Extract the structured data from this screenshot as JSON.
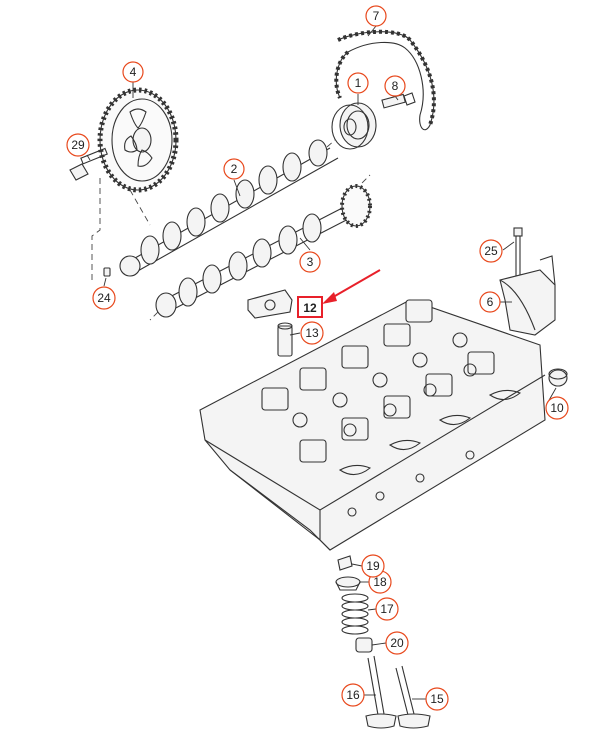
{
  "diagram": {
    "callouts": [
      {
        "id": "c1",
        "label": "1"
      },
      {
        "id": "c2",
        "label": "2"
      },
      {
        "id": "c3",
        "label": "3"
      },
      {
        "id": "c4",
        "label": "4"
      },
      {
        "id": "c6",
        "label": "6"
      },
      {
        "id": "c7",
        "label": "7"
      },
      {
        "id": "c8",
        "label": "8"
      },
      {
        "id": "c10",
        "label": "10"
      },
      {
        "id": "c12",
        "label": "12"
      },
      {
        "id": "c13",
        "label": "13"
      },
      {
        "id": "c15",
        "label": "15"
      },
      {
        "id": "c16",
        "label": "16"
      },
      {
        "id": "c17",
        "label": "17"
      },
      {
        "id": "c18",
        "label": "18"
      },
      {
        "id": "c19",
        "label": "19"
      },
      {
        "id": "c20",
        "label": "20"
      },
      {
        "id": "c24",
        "label": "24"
      },
      {
        "id": "c25",
        "label": "25"
      },
      {
        "id": "c29",
        "label": "29"
      }
    ],
    "colors": {
      "callout_ring": "#e8491d",
      "highlight": "#e8202a",
      "line": "#333333"
    }
  }
}
